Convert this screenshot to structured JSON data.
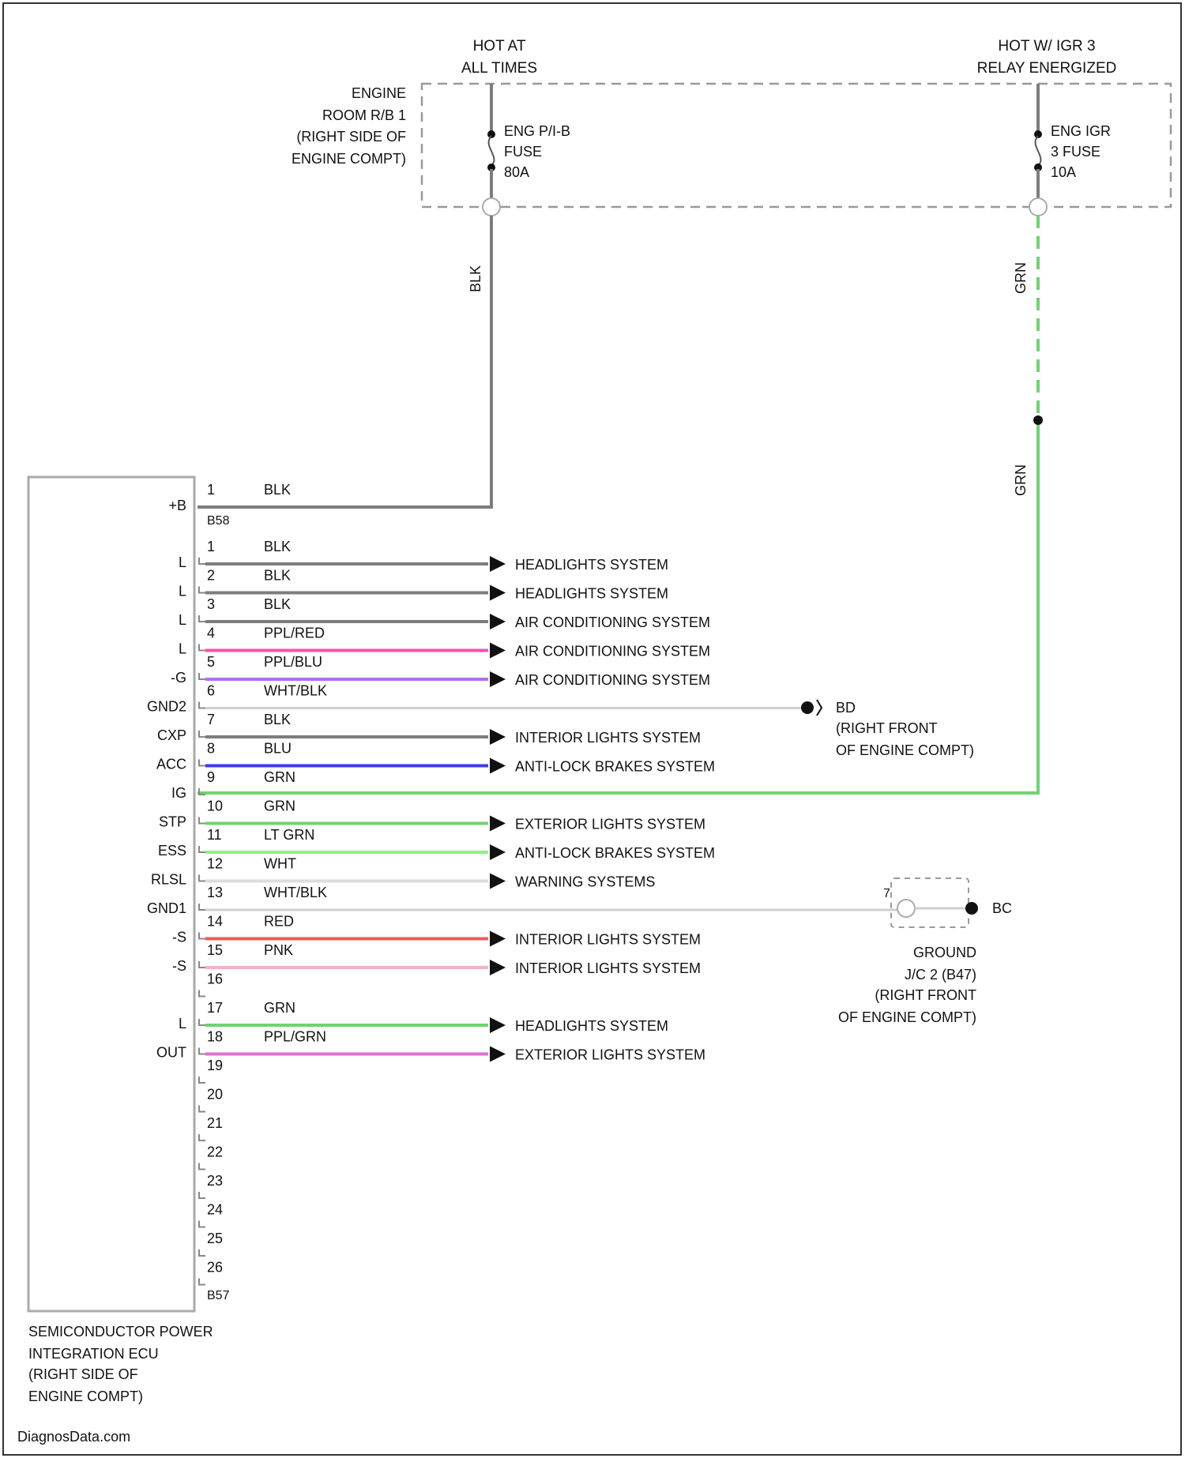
{
  "power": {
    "left_title": [
      "HOT AT",
      "ALL TIMES"
    ],
    "right_title": [
      "HOT W/ IGR 3",
      "RELAY ENERGIZED"
    ],
    "relay_box": [
      "ENGINE",
      "ROOM R/B 1",
      "(RIGHT SIDE OF",
      "ENGINE COMPT)"
    ],
    "fuse_left": [
      "ENG P/I-B",
      "FUSE",
      "80A"
    ],
    "fuse_right": [
      "ENG IGR",
      "3 FUSE",
      "10A"
    ],
    "wire_left_color": "BLK",
    "wire_right_color_top": "GRN",
    "wire_right_color_bottom": "GRN"
  },
  "ecu": {
    "label": [
      "SEMICONDUCTOR POWER",
      "INTEGRATION ECU",
      "(RIGHT SIDE OF",
      "ENGINE COMPT)"
    ],
    "top_connector": {
      "pin": "1",
      "color": "BLK",
      "name": "+B",
      "id": "B58"
    },
    "bottom_connector_id": "B57"
  },
  "pins": [
    {
      "num": "1",
      "color": "BLK",
      "name": "L",
      "dest": "HEADLIGHTS SYSTEM",
      "hex": "#7d7d7d"
    },
    {
      "num": "2",
      "color": "BLK",
      "name": "L",
      "dest": "HEADLIGHTS SYSTEM",
      "hex": "#7d7d7d"
    },
    {
      "num": "3",
      "color": "BLK",
      "name": "L",
      "dest": "AIR CONDITIONING SYSTEM",
      "hex": "#7d7d7d"
    },
    {
      "num": "4",
      "color": "PPL/RED",
      "name": "L",
      "dest": "AIR CONDITIONING SYSTEM",
      "hex": "#ff4fa8"
    },
    {
      "num": "5",
      "color": "PPL/BLU",
      "name": "-G",
      "dest": "AIR CONDITIONING SYSTEM",
      "hex": "#b46ef0"
    },
    {
      "num": "6",
      "color": "WHT/BLK",
      "name": "GND2",
      "dest": "",
      "hex": "#cfcfcf"
    },
    {
      "num": "7",
      "color": "BLK",
      "name": "CXP",
      "dest": "INTERIOR LIGHTS SYSTEM",
      "hex": "#7d7d7d"
    },
    {
      "num": "8",
      "color": "BLU",
      "name": "ACC",
      "dest": "ANTI-LOCK BRAKES SYSTEM",
      "hex": "#3b3bf0"
    },
    {
      "num": "9",
      "color": "GRN",
      "name": "IG",
      "dest": "",
      "hex": "#6fd36f"
    },
    {
      "num": "10",
      "color": "GRN",
      "name": "STP",
      "dest": "EXTERIOR LIGHTS SYSTEM",
      "hex": "#6fd36f"
    },
    {
      "num": "11",
      "color": "LT GRN",
      "name": "ESS",
      "dest": "ANTI-LOCK BRAKES SYSTEM",
      "hex": "#8cf08c"
    },
    {
      "num": "12",
      "color": "WHT",
      "name": "RLSL",
      "dest": "WARNING SYSTEMS",
      "hex": "#dddddd"
    },
    {
      "num": "13",
      "color": "WHT/BLK",
      "name": "GND1",
      "dest": "",
      "hex": "#cfcfcf"
    },
    {
      "num": "14",
      "color": "RED",
      "name": "-S",
      "dest": "INTERIOR LIGHTS SYSTEM",
      "hex": "#f05a5a"
    },
    {
      "num": "15",
      "color": "PNK",
      "name": "-S",
      "dest": "INTERIOR LIGHTS SYSTEM",
      "hex": "#f7b1c4"
    },
    {
      "num": "16",
      "color": "",
      "name": "",
      "dest": "",
      "hex": ""
    },
    {
      "num": "17",
      "color": "GRN",
      "name": "L",
      "dest": "HEADLIGHTS SYSTEM",
      "hex": "#6fd36f"
    },
    {
      "num": "18",
      "color": "PPL/GRN",
      "name": "OUT",
      "dest": "EXTERIOR LIGHTS SYSTEM",
      "hex": "#e06fcf"
    },
    {
      "num": "19",
      "color": "",
      "name": "",
      "dest": "",
      "hex": ""
    },
    {
      "num": "20",
      "color": "",
      "name": "",
      "dest": "",
      "hex": ""
    },
    {
      "num": "21",
      "color": "",
      "name": "",
      "dest": "",
      "hex": ""
    },
    {
      "num": "22",
      "color": "",
      "name": "",
      "dest": "",
      "hex": ""
    },
    {
      "num": "23",
      "color": "",
      "name": "",
      "dest": "",
      "hex": ""
    },
    {
      "num": "24",
      "color": "",
      "name": "",
      "dest": "",
      "hex": ""
    },
    {
      "num": "25",
      "color": "",
      "name": "",
      "dest": "",
      "hex": ""
    },
    {
      "num": "26",
      "color": "",
      "name": "",
      "dest": "",
      "hex": ""
    }
  ],
  "ground_bd": {
    "id": "BD",
    "location": [
      "(RIGHT FRONT",
      "OF ENGINE COMPT)"
    ]
  },
  "ground_bc": {
    "id": "BC",
    "pin": "7",
    "label": [
      "GROUND",
      "J/C 2 (B47)",
      "(RIGHT FRONT",
      "OF ENGINE COMPT)"
    ]
  },
  "watermark": "DiagnosData.com"
}
